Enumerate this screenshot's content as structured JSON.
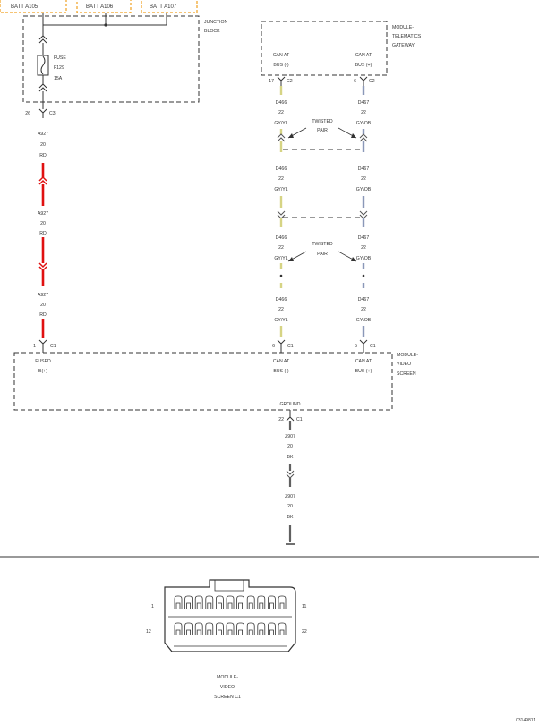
{
  "top_sources": [
    "BATT A105",
    "BATT A106",
    "BATT A107"
  ],
  "junction_block": {
    "title_lines": [
      "JUNCTION",
      "BLOCK"
    ],
    "fuse_lines": [
      "FUSE",
      "F129",
      "15A"
    ],
    "connector": {
      "pin": "26",
      "name": "C3"
    }
  },
  "gateway": {
    "title_lines": [
      "MODULE-",
      "TELEMATICS",
      "GATEWAY"
    ],
    "can_low_lines": [
      "CAN AT",
      "BUS (-)"
    ],
    "can_high_lines": [
      "CAN AT",
      "BUS (+)"
    ],
    "pin_low": {
      "pin": "17",
      "name": "C2"
    },
    "pin_high": {
      "pin": "6",
      "name": "C2"
    }
  },
  "power_wire": {
    "segments": [
      [
        "A927",
        "20",
        "RD"
      ],
      [
        "A927",
        "20",
        "RD"
      ],
      [
        "A927",
        "20",
        "RD"
      ]
    ]
  },
  "can_low_wire": {
    "segments": [
      [
        "D466",
        "22",
        "GY/YL"
      ],
      [
        "D466",
        "22",
        "GY/YL"
      ],
      [
        "D466",
        "22",
        "GY/YL"
      ],
      [
        "D466",
        "22",
        "GY/YL"
      ]
    ]
  },
  "can_high_wire": {
    "segments": [
      [
        "D467",
        "22",
        "GY/OB"
      ],
      [
        "D467",
        "22",
        "GY/OB"
      ],
      [
        "D467",
        "22",
        "GY/OB"
      ],
      [
        "D467",
        "22",
        "GY/OB"
      ]
    ]
  },
  "twisted_pair_lines": [
    "TWISTED",
    "PAIR"
  ],
  "video_screen": {
    "title_lines": [
      "MODULE-",
      "VIDEO",
      "SCREEN"
    ],
    "fused_lines": [
      "FUSED",
      "B(+)"
    ],
    "can_low_lines": [
      "CAN AT",
      "BUS (-)"
    ],
    "can_high_lines": [
      "CAN AT",
      "BUS (+)"
    ],
    "ground_label": "GROUND",
    "pin_fused": {
      "pin": "1",
      "name": "C1"
    },
    "pin_low": {
      "pin": "6",
      "name": "C1"
    },
    "pin_high": {
      "pin": "5",
      "name": "C1"
    },
    "pin_ground": {
      "pin": "22",
      "name": "C1"
    }
  },
  "ground_wire": {
    "segments": [
      [
        "Z907",
        "20",
        "BK"
      ],
      [
        "Z907",
        "20",
        "BK"
      ]
    ]
  },
  "connector_view": {
    "pin_labels": [
      "1",
      "11",
      "12",
      "22"
    ],
    "caption_lines": [
      "MODULE-",
      "VIDEO",
      "SCREEN C1"
    ]
  },
  "doc_id": "03149811",
  "colors": {
    "power": "#e01010",
    "can_low": "#d6d484",
    "can_high": "#8a98b8",
    "ground": "#606060",
    "source_box": "#f0a020",
    "line": "#333333"
  }
}
